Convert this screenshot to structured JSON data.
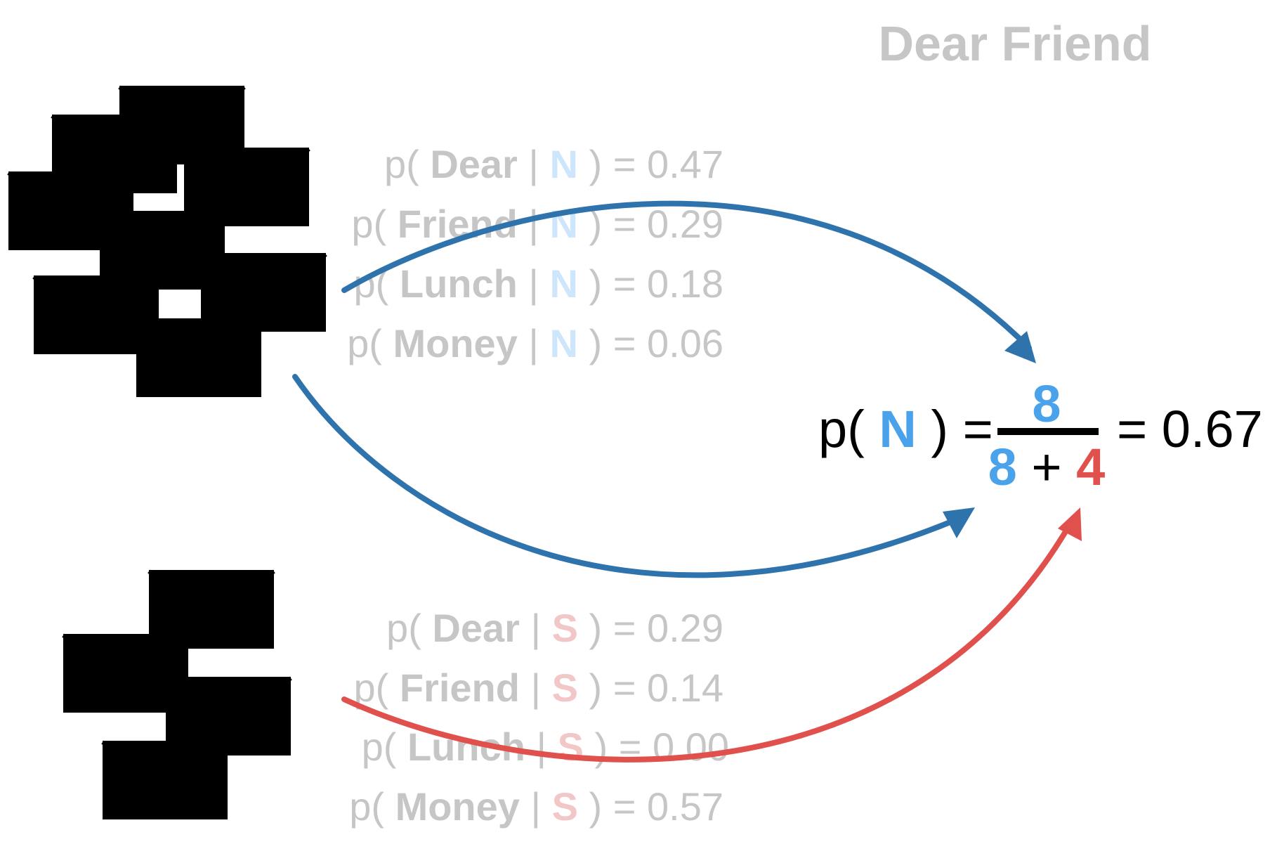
{
  "title": "Dear Friend",
  "colors": {
    "normal": "#4aa3ea",
    "spam": "#e0504c",
    "arrow_blue": "#2f73ad",
    "arrow_red": "#e0504c",
    "faded_text": "#c6c6c6",
    "envelope_blue": "#6bbcf3",
    "envelope_red": "#e88383"
  },
  "normal_probs": [
    {
      "word": "Dear",
      "class": "N",
      "value": "0.47"
    },
    {
      "word": "Friend",
      "class": "N",
      "value": "0.29"
    },
    {
      "word": "Lunch",
      "class": "N",
      "value": "0.18"
    },
    {
      "word": "Money",
      "class": "N",
      "value": "0.06"
    }
  ],
  "spam_probs": [
    {
      "word": "Dear",
      "class": "S",
      "value": "0.29"
    },
    {
      "word": "Friend",
      "class": "S",
      "value": "0.14"
    },
    {
      "word": "Lunch",
      "class": "S",
      "value": "0.00"
    },
    {
      "word": "Money",
      "class": "S",
      "value": "0.57"
    }
  ],
  "prior": {
    "prefix": "p(",
    "class": "N",
    "suffix": ") =",
    "numerator": "8",
    "denominator_a": "8",
    "plus": "+",
    "denominator_b": "4",
    "result": "= 0.67"
  },
  "envelopes": {
    "normal_count": 8,
    "spam_count": 4
  }
}
